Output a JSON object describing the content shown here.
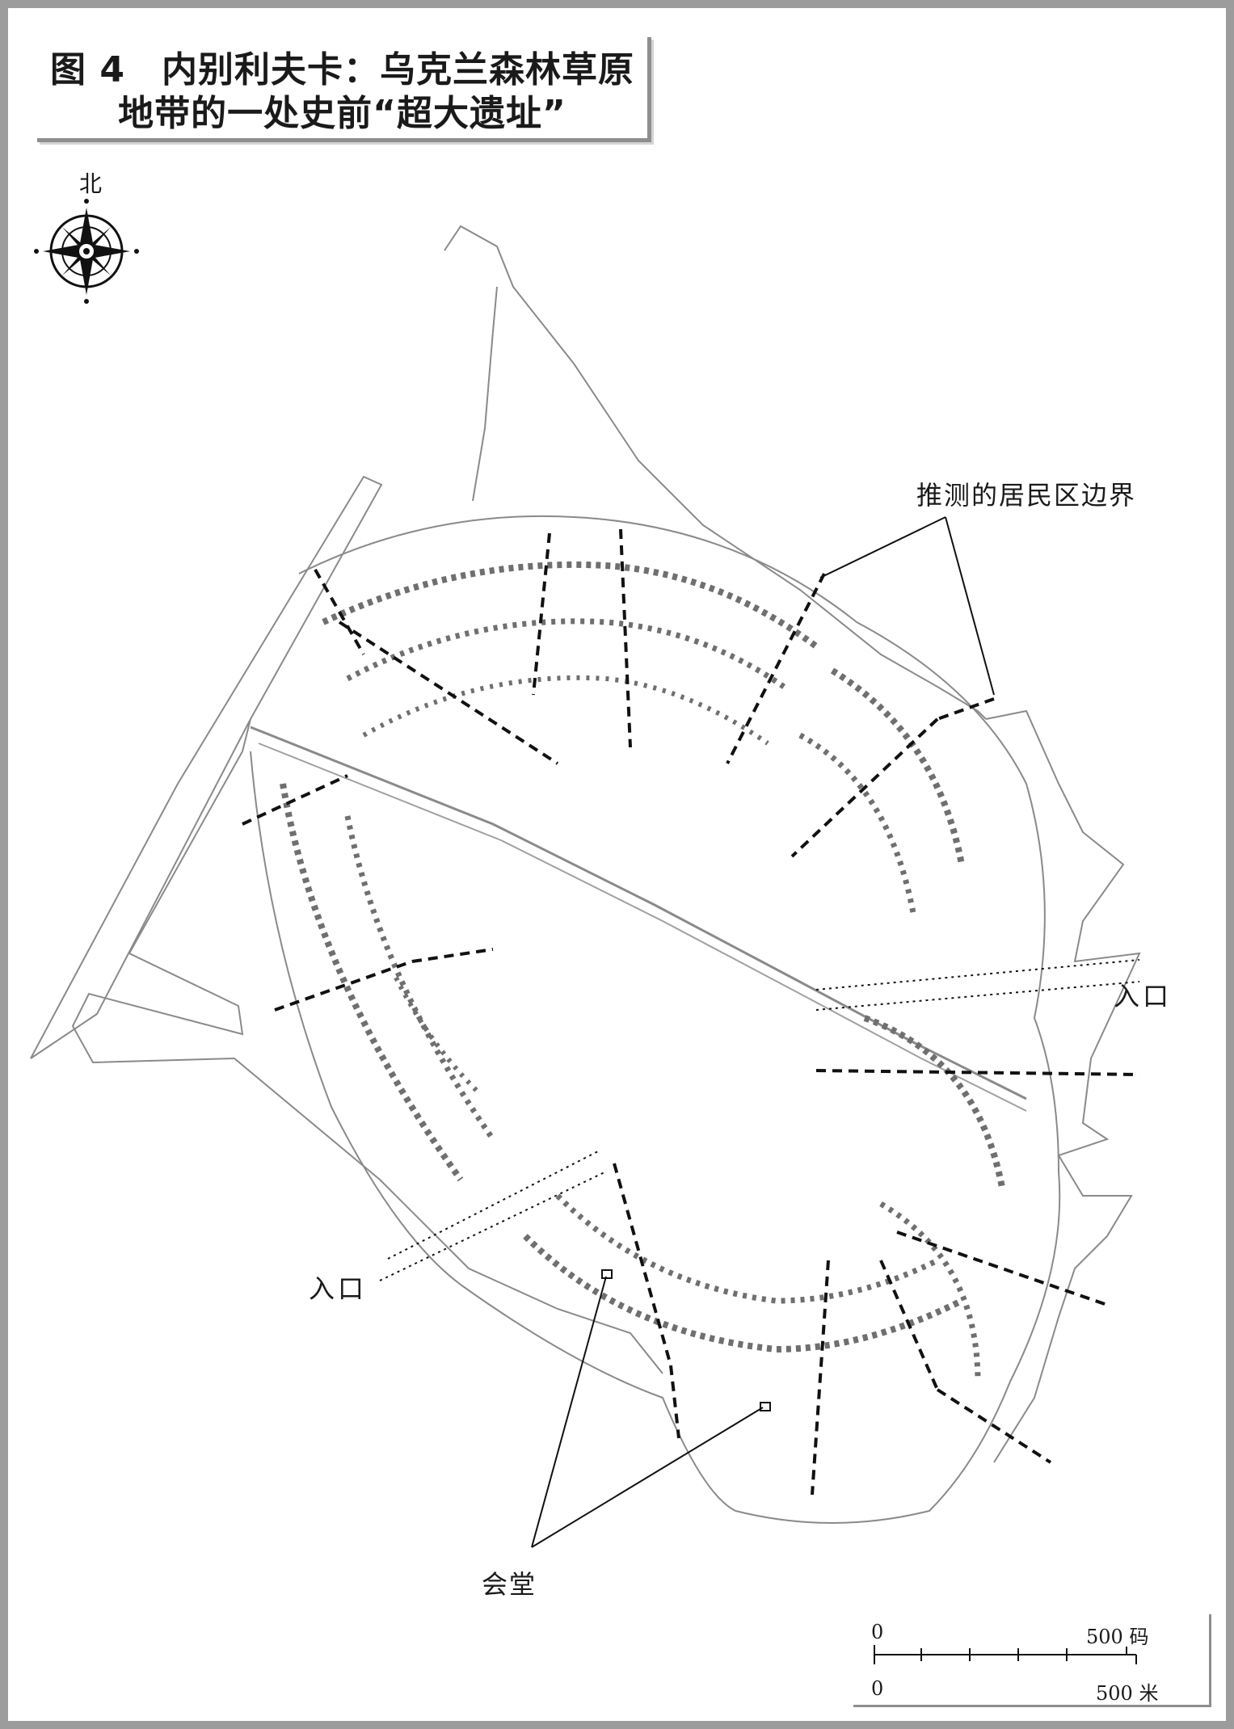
{
  "title": {
    "line1": "图 4　内别利夫卡：乌克兰森林草原",
    "line2": "地带的一处史前“超大遗址”"
  },
  "compass": {
    "north_label": "北",
    "icon": "compass-rose-icon"
  },
  "labels": {
    "boundary": "推测的居民区边界",
    "entrance_east": "入口",
    "entrance_west": "入口",
    "meeting_hall": "会堂"
  },
  "scale_bar": {
    "yards_zero": "0",
    "yards_max": "500 码",
    "meters_zero": "0",
    "meters_max": "500 米"
  },
  "colors": {
    "frame": "#9c9c9c",
    "outline": "#8a8a8a",
    "buildings": "#6f6f6f",
    "boundary_lines": "#111111",
    "text": "#1a1a1a"
  }
}
